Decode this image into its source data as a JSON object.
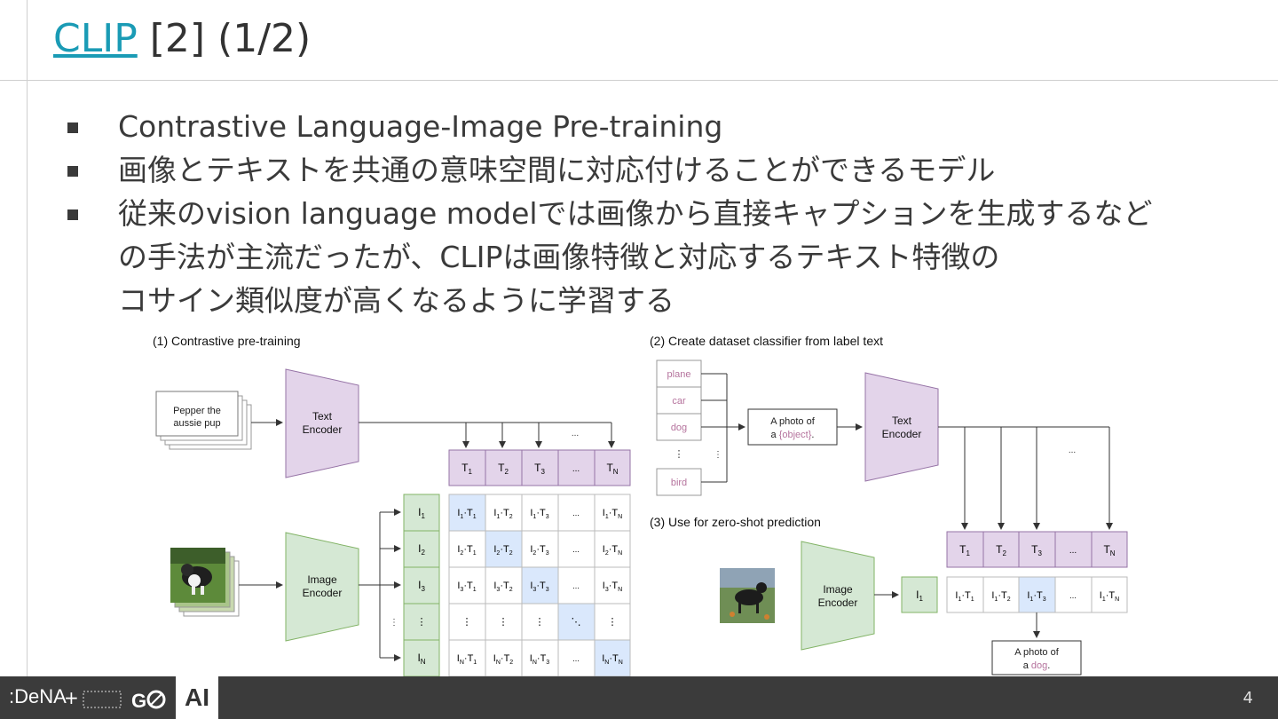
{
  "slide": {
    "title_link": "CLIP",
    "title_rest": " [2] (1/2)",
    "bullets": [
      "Contrastive Language-Image Pre-training",
      "画像とテキストを共通の意味空間に対応付けることができるモデル",
      "従来のvision language modelでは画像から直接キャプションを生成するなど",
      "の手法が主流だったが、CLIPは画像特徴と対応するテキスト特徴の",
      "コサイン類似度が高くなるように学習する"
    ],
    "page_number": "4"
  },
  "diagram": {
    "section1_title": "(1) Contrastive pre-training",
    "section2_title": "(2) Create dataset classifier from label text",
    "section3_title": "(3) Use for zero-shot prediction",
    "text_input_line1": "Pepper the",
    "text_input_line2": "aussie pup",
    "text_encoder_line1": "Text",
    "text_encoder_line2": "Encoder",
    "image_encoder_line1": "Image",
    "image_encoder_line2": "Encoder",
    "labels": [
      "plane",
      "car",
      "dog",
      "bird"
    ],
    "template_line1": "A photo of",
    "template_line2_pre": "a ",
    "template_object": "{object}",
    "template_line2_post": ".",
    "result_line1": "A photo of",
    "result_line2_pre": "a ",
    "result_object": "dog",
    "result_line2_post": ".",
    "ellipsis": "...",
    "colors": {
      "text_encoder": "#e3d4ea",
      "image_encoder": "#d5e8d4",
      "highlight": "#dae8fc",
      "link": "#1a9bb5",
      "label_text": "#b5739d"
    }
  },
  "footer": {
    "dena_logo": "DeNA",
    "plus": "+",
    "go_logo_text": "G",
    "ai_label": "AI"
  }
}
